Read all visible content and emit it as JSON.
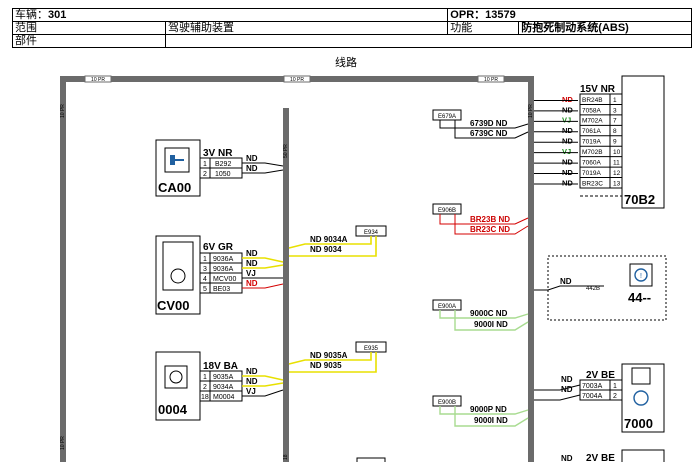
{
  "header": {
    "vehicle_label": "车辆：",
    "vehicle_value": "301",
    "opr_label": "OPR：",
    "opr_value": "13579",
    "scope_label": "范围",
    "scope_value": "驾驶辅助装置",
    "function_label": "功能",
    "function_value": "防抱死制动系统(ABS)",
    "part_label": "部件"
  },
  "diagram": {
    "subtitle": "线路",
    "bus_labels": {
      "top_left": "10 PR",
      "top_mid": "10 PR",
      "top_right": "10 PR",
      "left_top": "10 PR",
      "left_bottom": "10 PR",
      "mid_v": "50 PR",
      "right_v": "10 PR",
      "mid_bottom": "18"
    },
    "ca00": {
      "name": "CA00",
      "conn": "3V NR",
      "pins": [
        "1",
        "2"
      ],
      "wires": [
        "B292",
        "1050"
      ],
      "nd": [
        "ND",
        "ND"
      ]
    },
    "cv00": {
      "name": "CV00",
      "conn": "6V GR",
      "pins": [
        "1",
        "3",
        "4",
        "5"
      ],
      "wires": [
        "9036A",
        "9036A",
        "MCV00",
        "BE03"
      ],
      "nd": [
        "ND",
        "ND",
        "VJ",
        "ND"
      ]
    },
    "c0004": {
      "name": "0004",
      "conn": "18V BA",
      "pins": [
        "1",
        "2",
        "18"
      ],
      "wires": [
        "9035A",
        "9034A",
        "M0004"
      ],
      "nd": [
        "ND",
        "ND",
        "VJ"
      ]
    },
    "e934": {
      "box": "E934",
      "l1": "ND 9034A",
      "l2": "ND 9034"
    },
    "e935": {
      "box": "E935",
      "l1": "ND 9035A",
      "l2": "ND 9035"
    },
    "e679a": {
      "box": "E679A",
      "l1": "6739D ND",
      "l2": "6739C ND"
    },
    "e906b": {
      "box": "E906B",
      "l1": "BR23B ND",
      "l2": "BR23C ND"
    },
    "e900a": {
      "box": "E900A",
      "l1": "9000C ND",
      "l2": "9000I ND"
    },
    "e900b": {
      "box": "E900B",
      "l1": "9000P ND",
      "l2": "9000I ND"
    },
    "c70b2": {
      "name": "70B2",
      "conn": "15V NR",
      "nd": [
        "ND",
        "ND",
        "VJ",
        "ND",
        "ND",
        "VJ",
        "ND",
        "ND",
        "ND"
      ],
      "wires": [
        "BR24B",
        "7058A",
        "M702A",
        "7061A",
        "7019A",
        "M702B",
        "7060A",
        "7019A",
        "BR23C"
      ],
      "pins": [
        "1",
        "3",
        "7",
        "8",
        "9",
        "10",
        "11",
        "12",
        "13"
      ]
    },
    "c44": {
      "name": "44--",
      "nd": "ND",
      "wire": "442B"
    },
    "c7000": {
      "name": "7000",
      "conn": "2V BE",
      "nd": [
        "ND",
        "ND"
      ],
      "wires": [
        "7003A",
        "7004A"
      ],
      "pins": [
        "1",
        "2"
      ]
    },
    "bottom": {
      "conn": "2V BE",
      "nd": "ND"
    }
  },
  "colors": {
    "yellow": "#e8e000",
    "red": "#d40000",
    "green": "#a8dc90",
    "bus": "#6b6b6b",
    "highlight": "#cc0000"
  }
}
